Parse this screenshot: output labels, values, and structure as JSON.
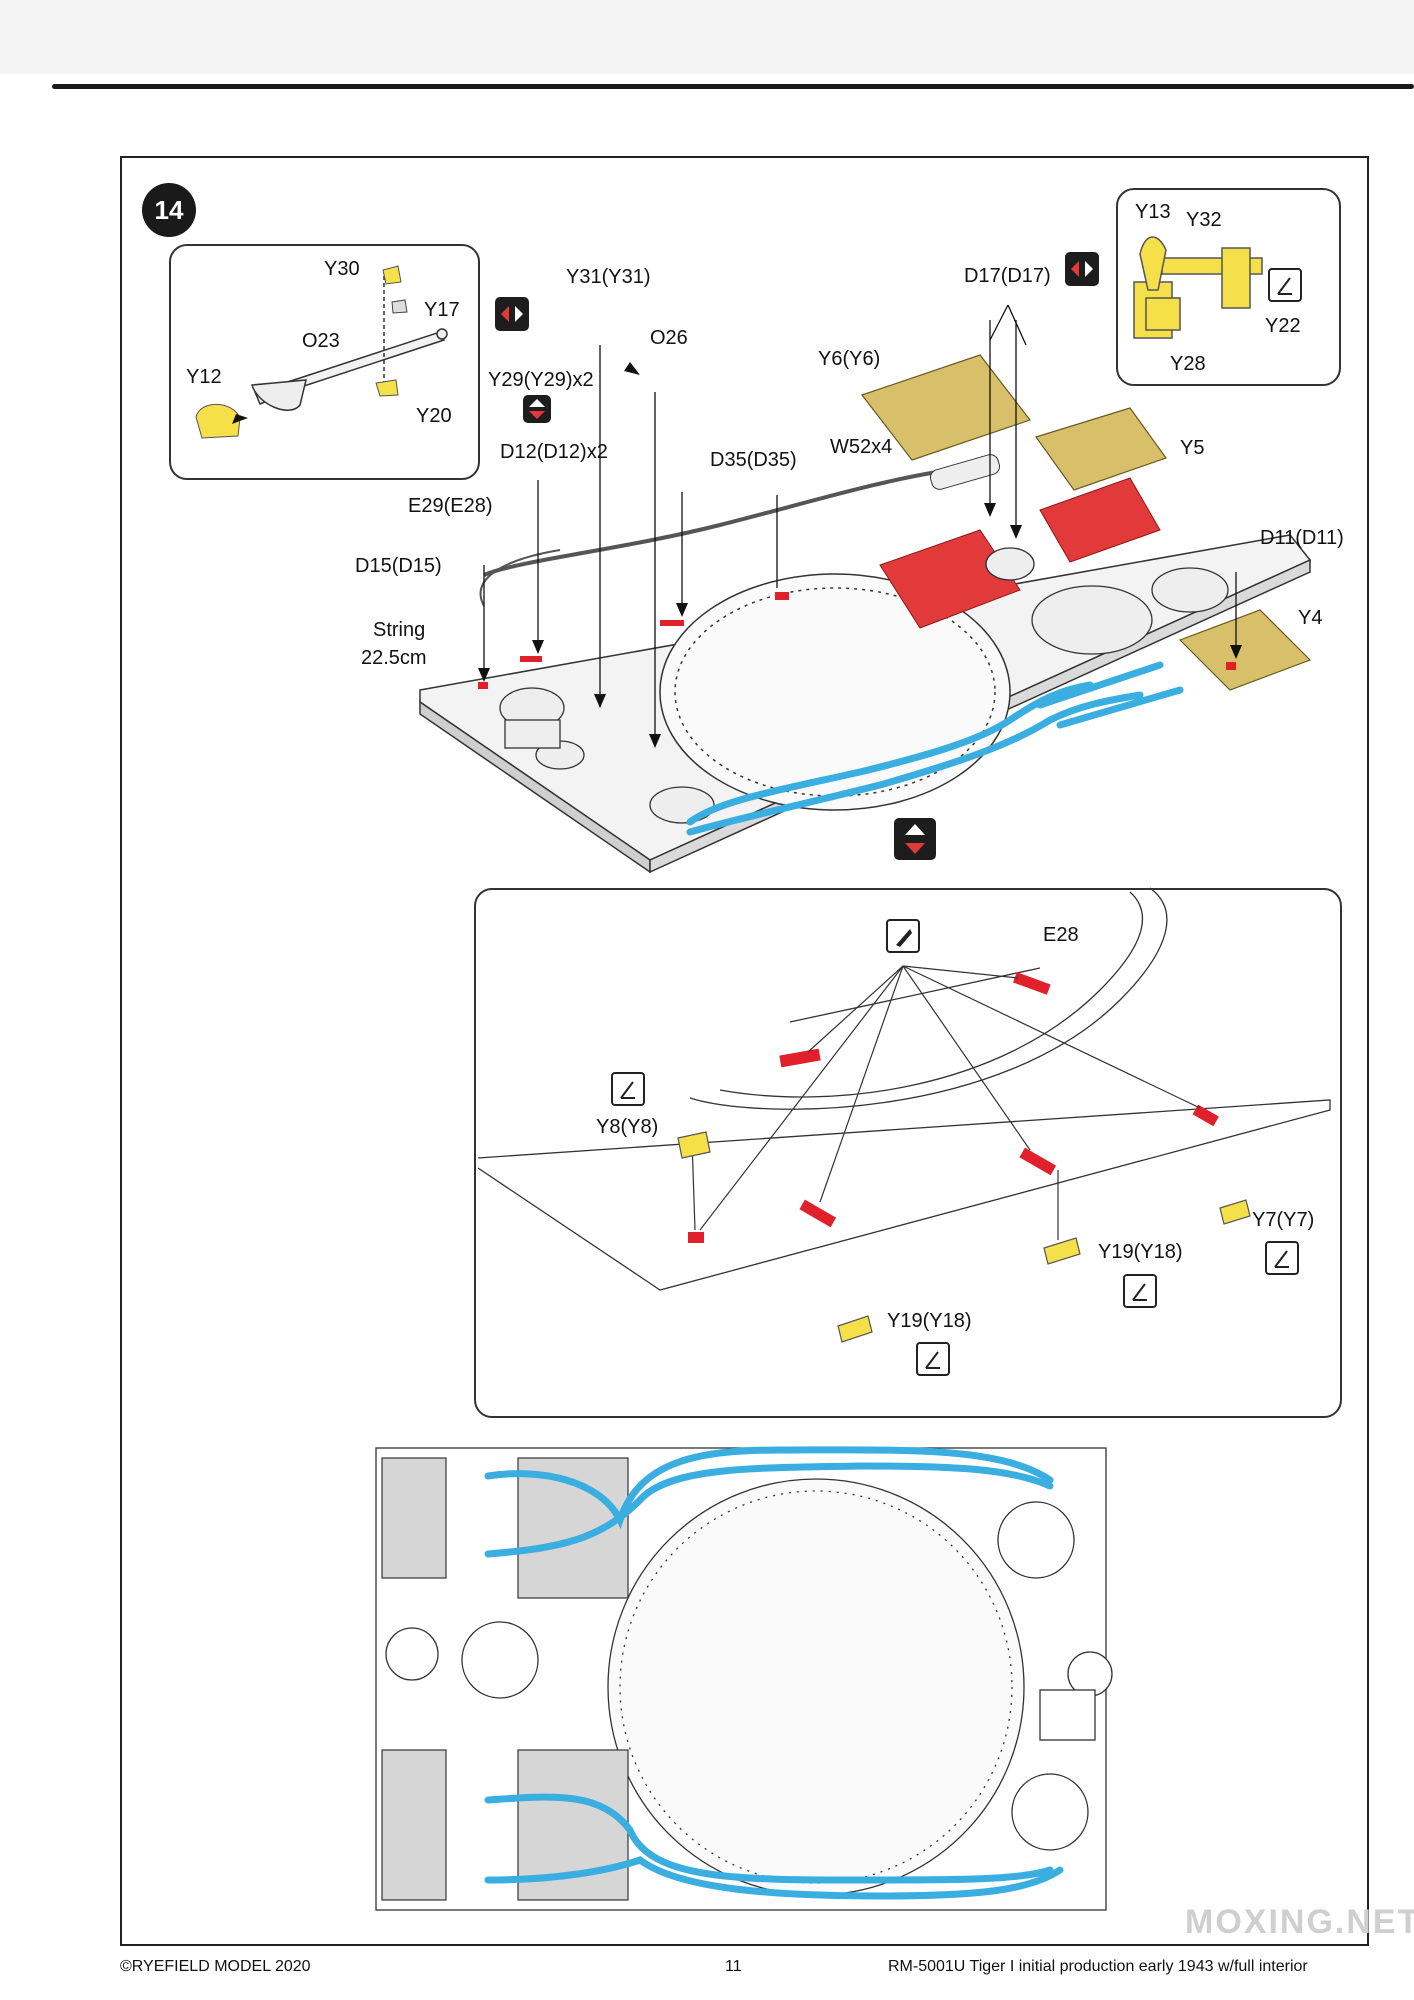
{
  "step": {
    "number": "14"
  },
  "top_labels": {
    "y30": "Y30",
    "y17": "Y17",
    "o23": "O23",
    "y12": "Y12",
    "y20": "Y20",
    "y31": "Y31(Y31)",
    "o26": "O26",
    "y29": "Y29(Y29)x2",
    "d12": "D12(D12)x2",
    "e29": "E29(E28)",
    "d15": "D15(D15)",
    "string": "String",
    "string_len": "22.5cm",
    "d35": "D35(D35)",
    "w52": "W52x4",
    "y6": "Y6(Y6)",
    "d17": "D17(D17)",
    "y5": "Y5",
    "d11": "D11(D11)",
    "y4": "Y4",
    "y13": "Y13",
    "y32": "Y32",
    "y22": "Y22",
    "y28": "Y28"
  },
  "detail_labels": {
    "e28": "E28",
    "y8": "Y8(Y8)",
    "y19a": "Y19(Y18)",
    "y19b": "Y19(Y18)",
    "y7": "Y7(Y7)"
  },
  "icons": {
    "flip": "flip-over-icon",
    "bend": "bend-part-icon",
    "knife": "hobby-knife-icon"
  },
  "colors": {
    "yellow_part": "#f5e04a",
    "red_part": "#e0202a",
    "blue_cable": "#3aaee0",
    "grille_red": "#e23a3a",
    "grille_tan": "#d8c06a"
  },
  "footer": {
    "copyright": "©RYEFIELD MODEL 2020",
    "page": "11",
    "product": "RM-5001U Tiger I initial production early 1943 w/full interior"
  },
  "watermark": "MOXING.NET"
}
